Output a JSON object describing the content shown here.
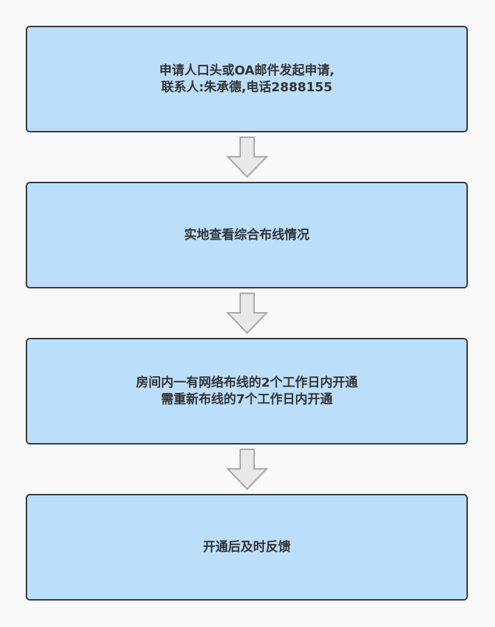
{
  "flowchart": {
    "steps": [
      {
        "lines": [
          "申请人口头或OA邮件发起申请,",
          "联系人:朱承德,电话2888155"
        ]
      },
      {
        "lines": [
          "实地查看综合布线情况"
        ]
      },
      {
        "lines": [
          "房间内一有网络布线的2个工作日内开通",
          "需重新布线的7个工作日内开通"
        ]
      },
      {
        "lines": [
          "开通后及时反馈"
        ]
      }
    ]
  },
  "colors": {
    "box_fill": "#bbdefb",
    "box_border": "#333333",
    "arrow_fill": "#e8e8e8",
    "arrow_stroke": "#a6a6a6",
    "text": "#333333"
  }
}
